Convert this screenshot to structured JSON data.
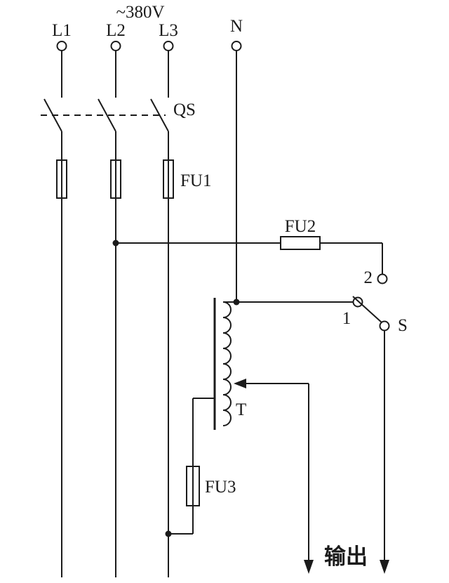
{
  "diagram": {
    "supply_label": "~380V",
    "terminals": {
      "l1": "L1",
      "l2": "L2",
      "l3": "L3",
      "n": "N"
    },
    "components": {
      "disconnector": "QS",
      "fuse1": "FU1",
      "fuse2": "FU2",
      "fuse3": "FU3",
      "transformer": "T",
      "selector": "S",
      "position1": "1",
      "position2": "2"
    },
    "output_label": "输出",
    "colors": {
      "line": "#1b1b1b",
      "background": "#ffffff"
    }
  }
}
